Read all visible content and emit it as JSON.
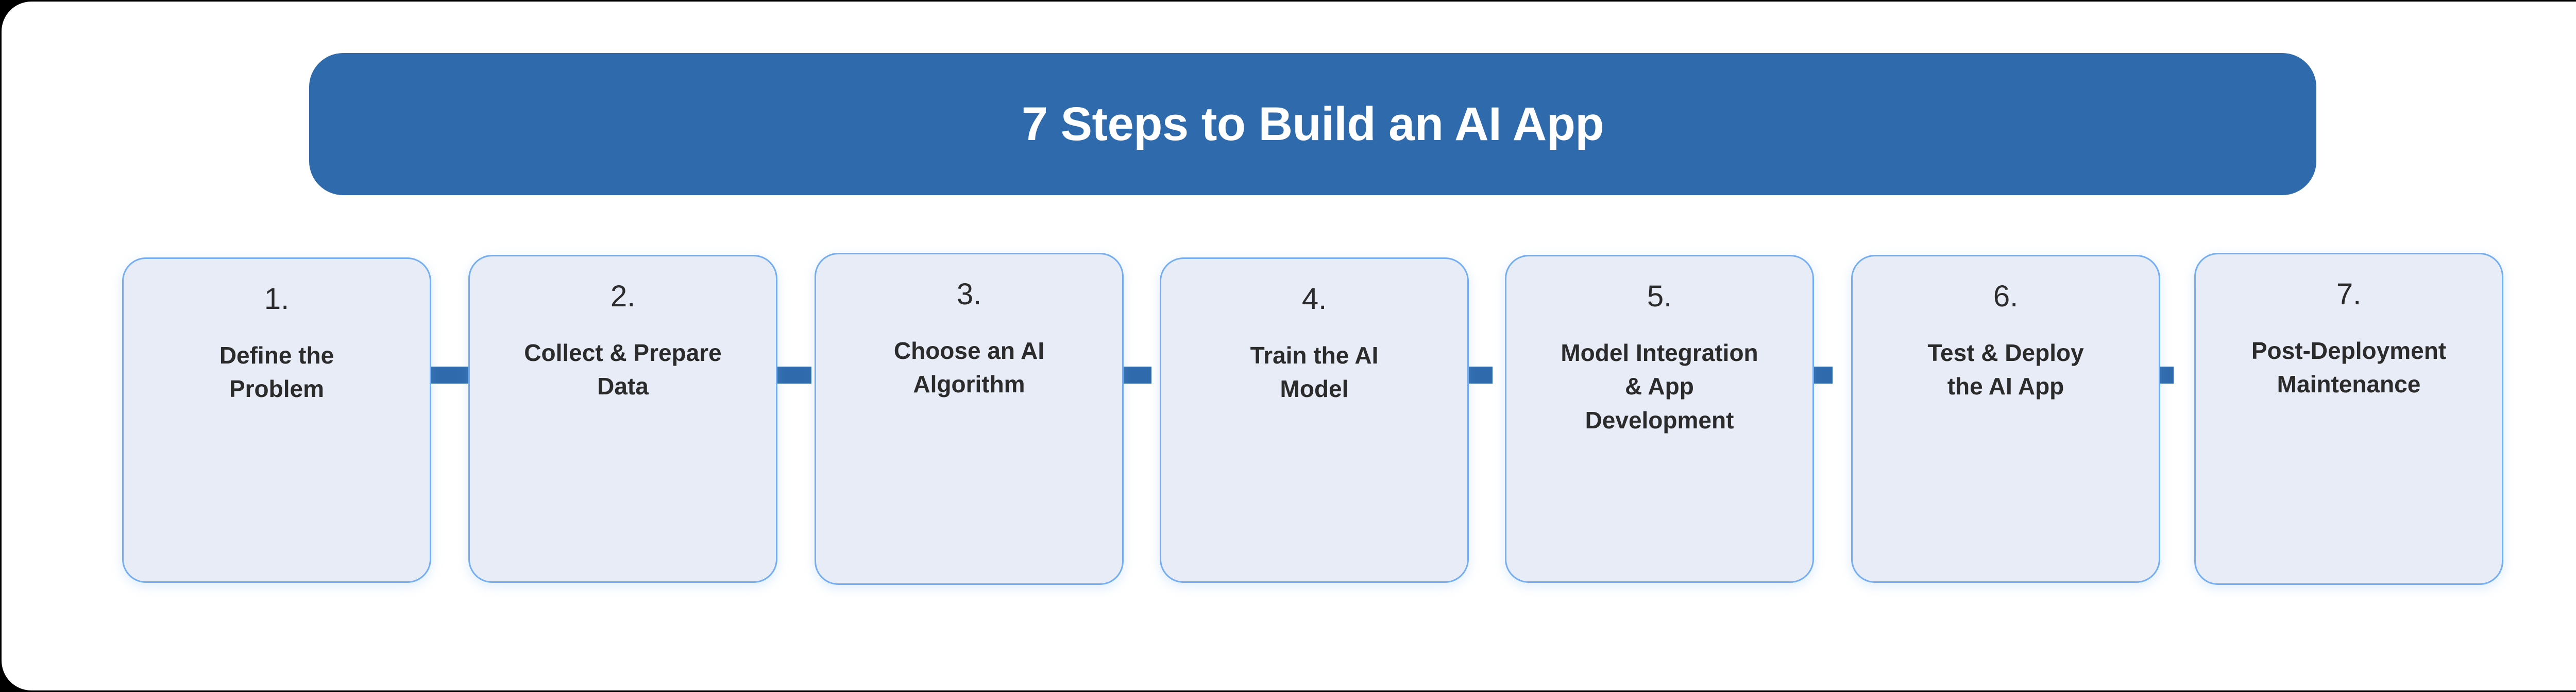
{
  "diagram": {
    "title": "7 Steps to Build an AI App",
    "type": "horizontal-process-flow",
    "step_count": 7,
    "colors": {
      "banner_background": "#2F6AAC",
      "banner_text": "#FFFFFF",
      "box_fill": "#E8ECF7",
      "box_border": "#74AEF0",
      "box_text": "#2B2B2B",
      "connector": "#2F6AAC",
      "canvas_background": "#FFFFFF",
      "page_background": "#000000"
    },
    "steps": [
      {
        "number": "1.",
        "label": "Define the\nProblem"
      },
      {
        "number": "2.",
        "label": "Collect & Prepare\nData"
      },
      {
        "number": "3.",
        "label": "Choose an AI\nAlgorithm"
      },
      {
        "number": "4.",
        "label": "Train the AI\nModel"
      },
      {
        "number": "5.",
        "label": "Model Integration\n& App\nDevelopment"
      },
      {
        "number": "6.",
        "label": "Test & Deploy\nthe AI App"
      },
      {
        "number": "7.",
        "label": "Post-Deployment\nMaintenance"
      }
    ]
  }
}
